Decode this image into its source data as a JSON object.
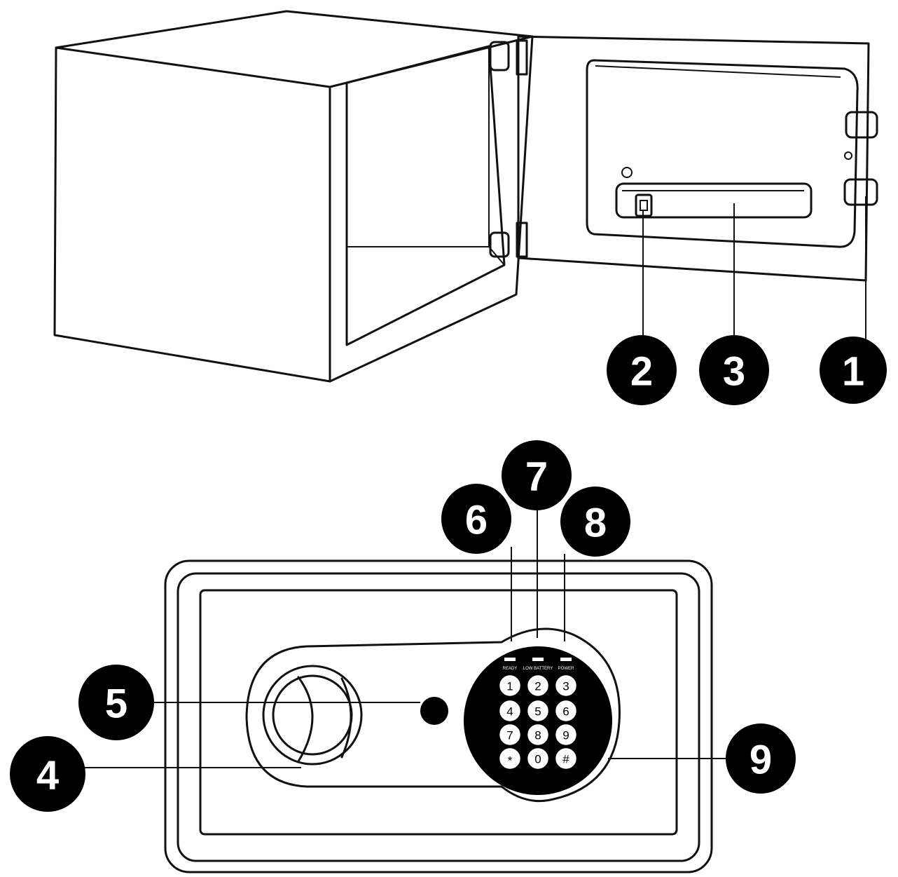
{
  "callouts": [
    {
      "id": "1",
      "label": "1"
    },
    {
      "id": "2",
      "label": "2"
    },
    {
      "id": "3",
      "label": "3"
    },
    {
      "id": "4",
      "label": "4"
    },
    {
      "id": "5",
      "label": "5"
    },
    {
      "id": "6",
      "label": "6"
    },
    {
      "id": "7",
      "label": "7"
    },
    {
      "id": "8",
      "label": "8"
    },
    {
      "id": "9",
      "label": "9"
    }
  ],
  "keypad": {
    "led_labels": [
      "READY",
      "LOW BATTERY",
      "POWER"
    ],
    "keys": [
      "1",
      "2",
      "3",
      "4",
      "5",
      "6",
      "7",
      "8",
      "9",
      "*",
      "0",
      "#"
    ]
  }
}
